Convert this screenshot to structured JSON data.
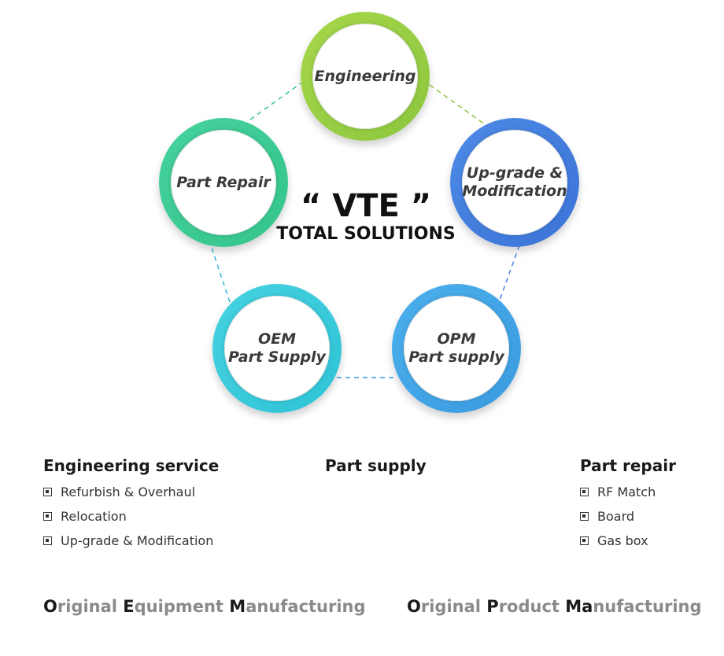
{
  "center": {
    "title": "“ VTE ”",
    "subtitle": "TOTAL SOLUTIONS"
  },
  "nodes": [
    {
      "label": "Engineering",
      "ring_color": "#8cc63f",
      "ring_color_2": "#a6d74a"
    },
    {
      "label": "Up-grade &\nModification",
      "ring_color": "#3a73d6",
      "ring_color_2": "#4d8ae6"
    },
    {
      "label": "OPM\nPart supply",
      "ring_color": "#3a9be0",
      "ring_color_2": "#4cb0ec"
    },
    {
      "label": "OEM\nPart Supply",
      "ring_color": "#2fc3d6",
      "ring_color_2": "#45d2e0"
    },
    {
      "label": "Part Repair",
      "ring_color": "#34c48a",
      "ring_color_2": "#46d29e"
    }
  ],
  "connector_colors": [
    "#8cc63f",
    "#4a84dc",
    "#3a9be0",
    "#35b3dc",
    "#3cc3a6"
  ],
  "services": [
    {
      "title": "Engineering service",
      "items": [
        "Refurbish & Overhaul",
        "Relocation",
        "Up-grade & Modification"
      ]
    },
    {
      "title": "Part supply",
      "items": []
    },
    {
      "title": "Part repair",
      "items": [
        "RF Match",
        "Board",
        "Gas box"
      ]
    }
  ],
  "acronyms": [
    {
      "parts": [
        {
          "text": "O",
          "key": true
        },
        {
          "text": "riginal ",
          "key": false
        },
        {
          "text": "E",
          "key": true
        },
        {
          "text": "quipment ",
          "key": false
        },
        {
          "text": "M",
          "key": true
        },
        {
          "text": "anufacturing",
          "key": false
        }
      ]
    },
    {
      "parts": [
        {
          "text": "O",
          "key": true
        },
        {
          "text": "riginal ",
          "key": false
        },
        {
          "text": "P",
          "key": true
        },
        {
          "text": "roduct ",
          "key": false
        },
        {
          "text": "Ma",
          "key": true
        },
        {
          "text": "nufacturing",
          "key": false
        }
      ]
    }
  ]
}
